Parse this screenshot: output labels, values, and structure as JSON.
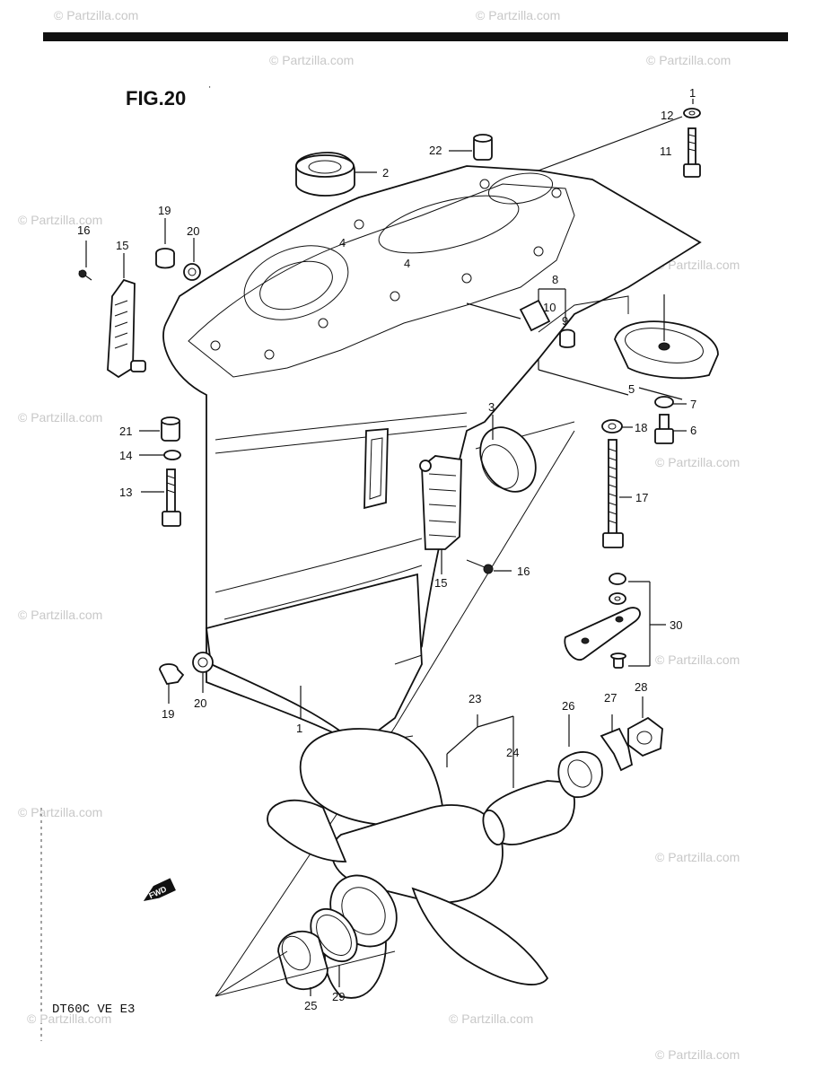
{
  "figure": {
    "title": "FIG.20",
    "model_code": "DT60C VE E3",
    "fwd_label": "FWD"
  },
  "watermark": {
    "text": "© Partzilla.com"
  },
  "callouts": [
    {
      "id": "c1-top",
      "label": "1"
    },
    {
      "id": "c12",
      "label": "12"
    },
    {
      "id": "c11",
      "label": "11"
    },
    {
      "id": "c22",
      "label": "22"
    },
    {
      "id": "c2",
      "label": "2"
    },
    {
      "id": "c19-top",
      "label": "19"
    },
    {
      "id": "c20-top",
      "label": "20"
    },
    {
      "id": "c16-top",
      "label": "16"
    },
    {
      "id": "c15-top",
      "label": "15"
    },
    {
      "id": "c4a",
      "label": "4"
    },
    {
      "id": "c4b",
      "label": "4"
    },
    {
      "id": "c8",
      "label": "8"
    },
    {
      "id": "c10",
      "label": "10"
    },
    {
      "id": "c9",
      "label": "9"
    },
    {
      "id": "c5",
      "label": "5"
    },
    {
      "id": "c7",
      "label": "7"
    },
    {
      "id": "c18",
      "label": "18"
    },
    {
      "id": "c6",
      "label": "6"
    },
    {
      "id": "c3",
      "label": "3"
    },
    {
      "id": "c21",
      "label": "21"
    },
    {
      "id": "c14",
      "label": "14"
    },
    {
      "id": "c13",
      "label": "13"
    },
    {
      "id": "c17",
      "label": "17"
    },
    {
      "id": "c15-mid",
      "label": "15"
    },
    {
      "id": "c16-mid",
      "label": "16"
    },
    {
      "id": "c30",
      "label": "30"
    },
    {
      "id": "c19-bot",
      "label": "19"
    },
    {
      "id": "c20-bot",
      "label": "20"
    },
    {
      "id": "c1-bot",
      "label": "1"
    },
    {
      "id": "c23",
      "label": "23"
    },
    {
      "id": "c24",
      "label": "24"
    },
    {
      "id": "c26",
      "label": "26"
    },
    {
      "id": "c27",
      "label": "27"
    },
    {
      "id": "c28",
      "label": "28"
    },
    {
      "id": "c25",
      "label": "25"
    },
    {
      "id": "c29",
      "label": "29"
    }
  ]
}
